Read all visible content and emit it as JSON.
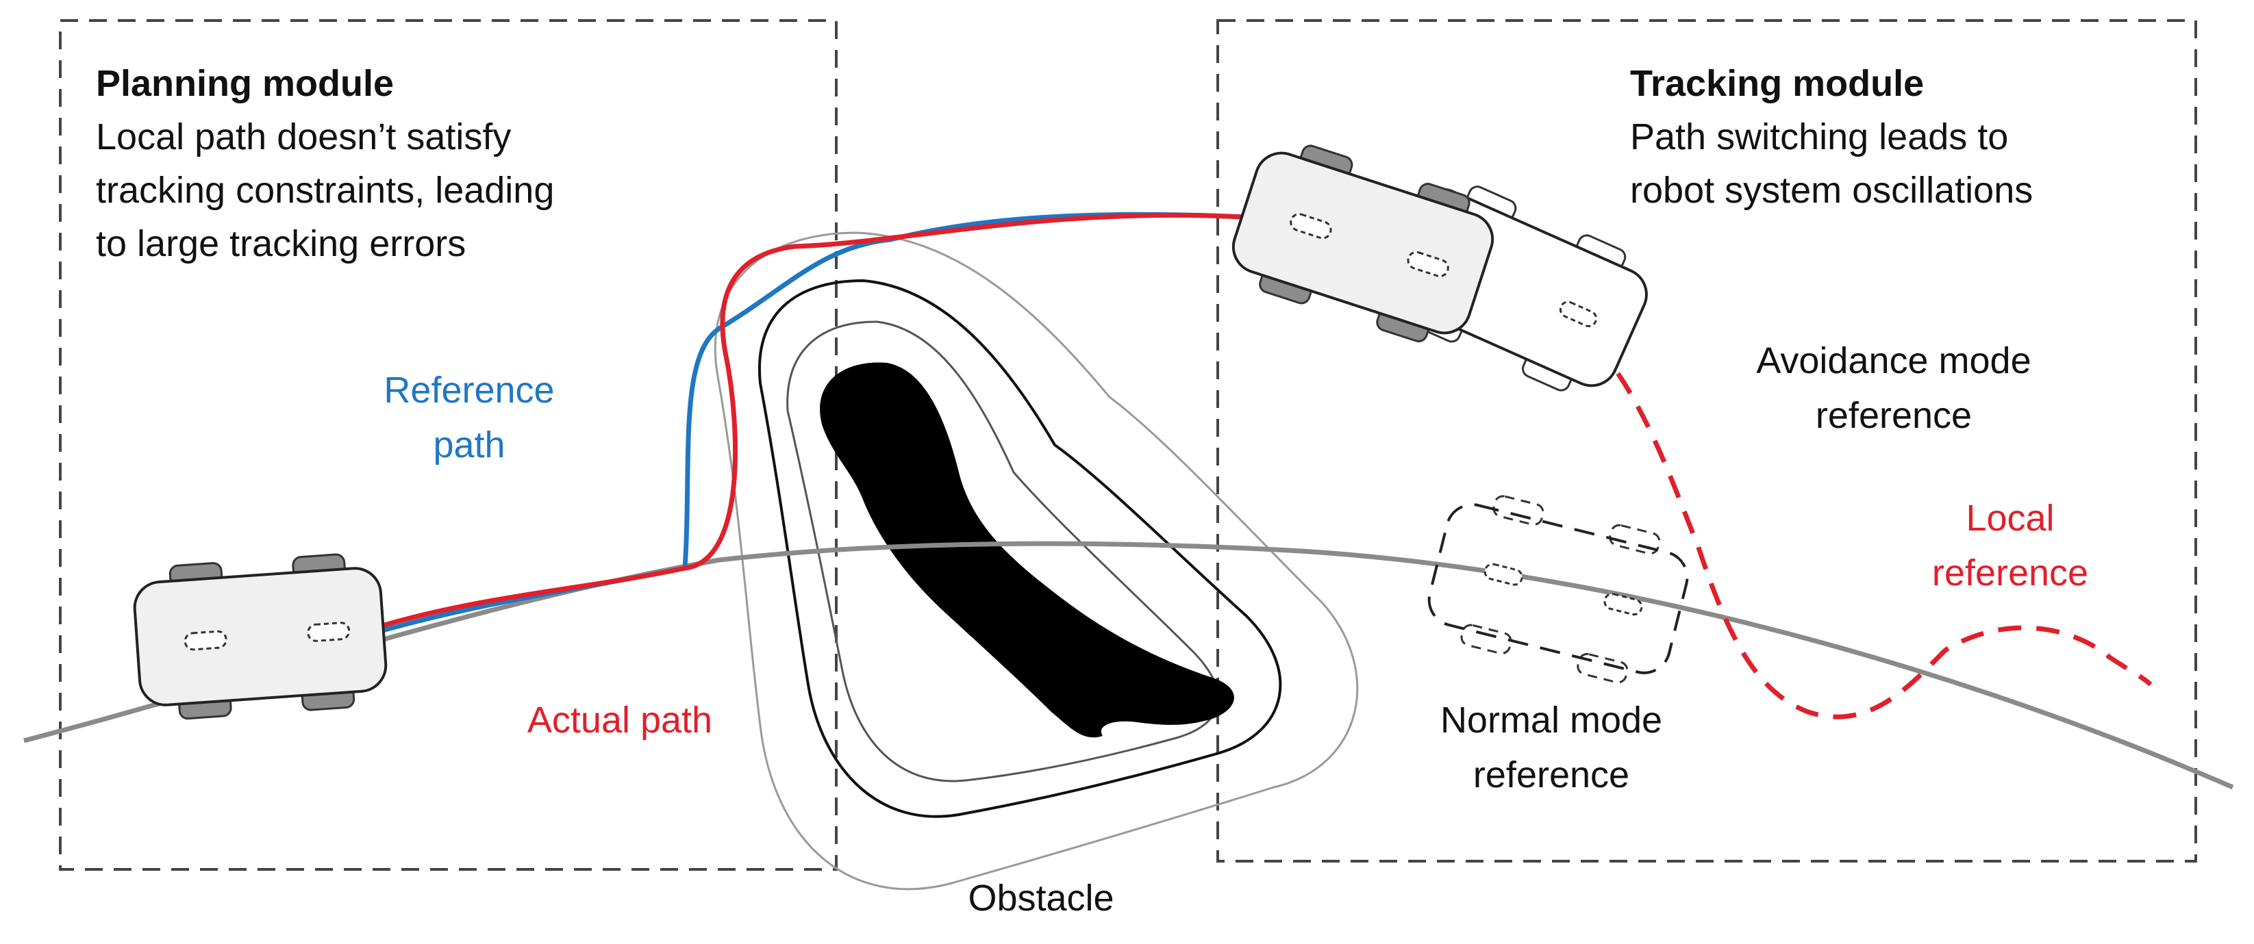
{
  "planning_module": {
    "title": "Planning module",
    "lines": [
      "Local path doesn’t satisfy",
      "tracking constraints, leading",
      "to large tracking errors"
    ]
  },
  "tracking_module": {
    "title": "Tracking module",
    "lines": [
      "Path switching leads to",
      "robot system oscillations"
    ]
  },
  "labels": {
    "reference_path": [
      "Reference",
      "path"
    ],
    "actual_path": "Actual path",
    "obstacle": "Obstacle",
    "avoidance_mode": [
      "Avoidance mode",
      "reference"
    ],
    "local_reference": [
      "Local",
      "reference"
    ],
    "normal_mode": [
      "Normal mode",
      "reference"
    ]
  },
  "colors": {
    "reference": "#1f77c4",
    "actual": "#e0202a",
    "text": "#111111",
    "global_path": "#8a8a8a",
    "obstacle": "#000000",
    "robot_body": "#f0f0f0",
    "wheel": "#8c8c8c"
  }
}
